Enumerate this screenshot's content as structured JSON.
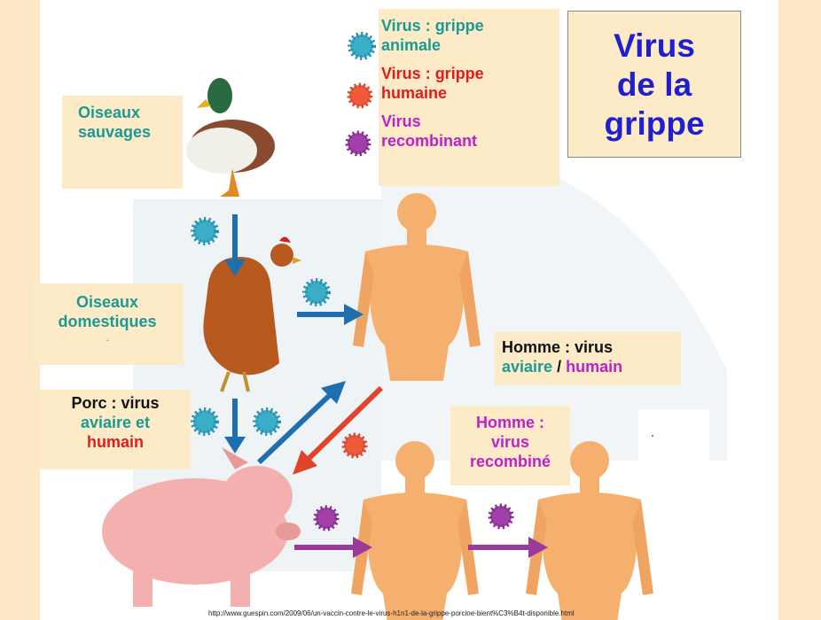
{
  "legend": {
    "animal": "Virus : grippe animale",
    "human": "Virus : grippe humaine",
    "recombinant": "Virus recombinant"
  },
  "title": [
    "Virus",
    "de la",
    "grippe"
  ],
  "labels": {
    "wild_birds": "Oiseaux sauvages",
    "domestic_birds": "Oiseaux domestiques",
    "domestic_dot": ".",
    "pig_prefix": "Porc : virus",
    "pig_avian": "aviaire et",
    "pig_human": "humain",
    "man1_prefix": "Homme : virus",
    "man1_avian": "aviaire",
    "man1_sep": " / ",
    "man1_human": "humain",
    "man2": "Homme : virus recombiné",
    "dot_right": "."
  },
  "source_url": "http://www.guespin.com/2009/06/un-vaccin-contre-le-virus-h1n1-de-la-grippe-porcine-bient%C3%B4t-disponible.html",
  "colors": {
    "side_panel": "#fde8c6",
    "label_bg": "#fdebc8",
    "teal": "#1a9a94",
    "red": "#e41a1a",
    "magenta": "#c020c8",
    "title_blue": "#1f1fd0",
    "arrow_blue": "#1f6fb0",
    "arrow_red": "#e0452a",
    "arrow_purple": "#9a3a9a",
    "skin": "#f5b070",
    "pig": "#f4b0ae"
  },
  "icons": [
    "animal-virus-icon",
    "human-virus-icon",
    "recombinant-virus-icon",
    "duck-icon",
    "chicken-icon",
    "pig-icon",
    "human-figure-icon"
  ]
}
